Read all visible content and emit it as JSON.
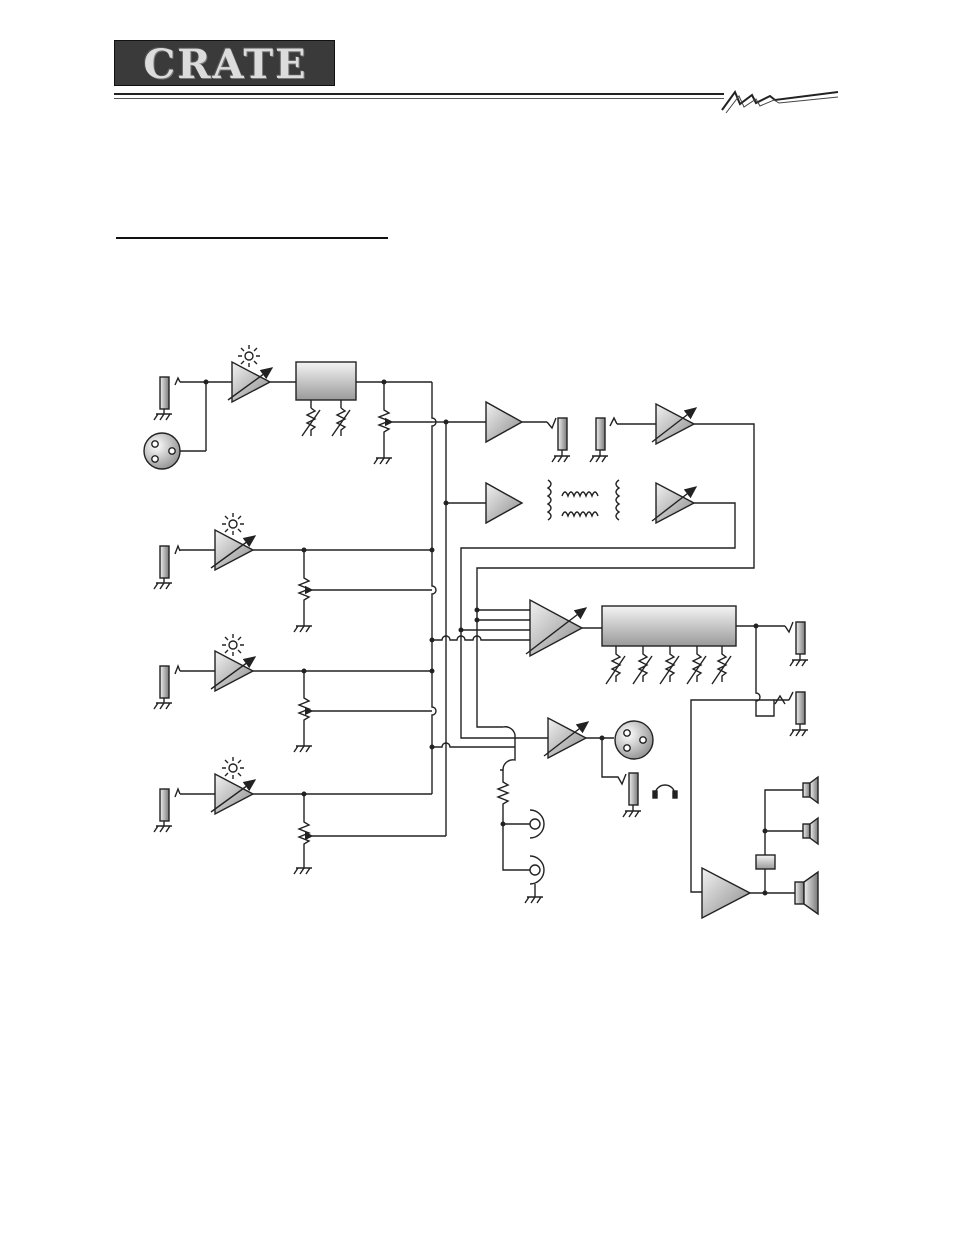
{
  "header": {
    "brand": "CRATE"
  },
  "diagram": {
    "elements": [
      "phone-jack-input-1",
      "xlr-input-1",
      "channel-1-preamp",
      "channel-1-eq-block",
      "channel-2-preamp",
      "channel-3-preamp",
      "channel-4-preamp",
      "effects-send-amp",
      "effects-send-jack",
      "effects-return-jack",
      "effects-return-amp",
      "reverb-drive-amp",
      "reverb-tank",
      "reverb-return-amp",
      "master-mix-amp",
      "graphic-eq-block",
      "line-out-jack",
      "power-amp-in-jack",
      "monitor-amp",
      "xlr-output",
      "headphone-jack",
      "rca-tape-jacks",
      "power-amp",
      "speaker-crossover",
      "tweeter-1",
      "tweeter-2",
      "woofer"
    ]
  }
}
